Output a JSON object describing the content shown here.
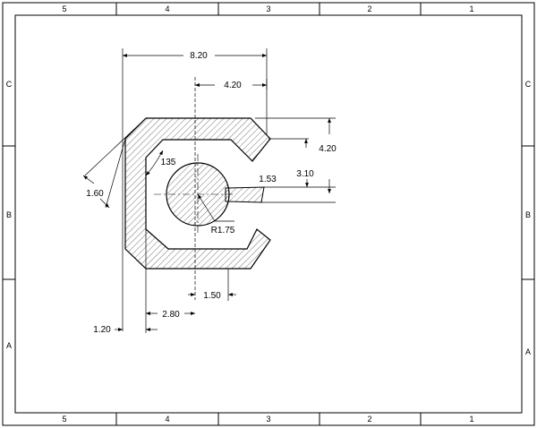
{
  "border": {
    "columns": [
      "5",
      "4",
      "3",
      "2",
      "1"
    ],
    "rows": [
      "C",
      "B",
      "A"
    ]
  },
  "dimensions": {
    "overall_width": "8.20",
    "slot_offset": "4.20",
    "height_right": "4.20",
    "slot_height": "3.10",
    "slot_width": "1.53",
    "chamfer": "1.60",
    "angle": "135",
    "radius": "R1.75",
    "center_offset": "1.50",
    "inner_offset": "2.80",
    "wall": "1.20"
  }
}
